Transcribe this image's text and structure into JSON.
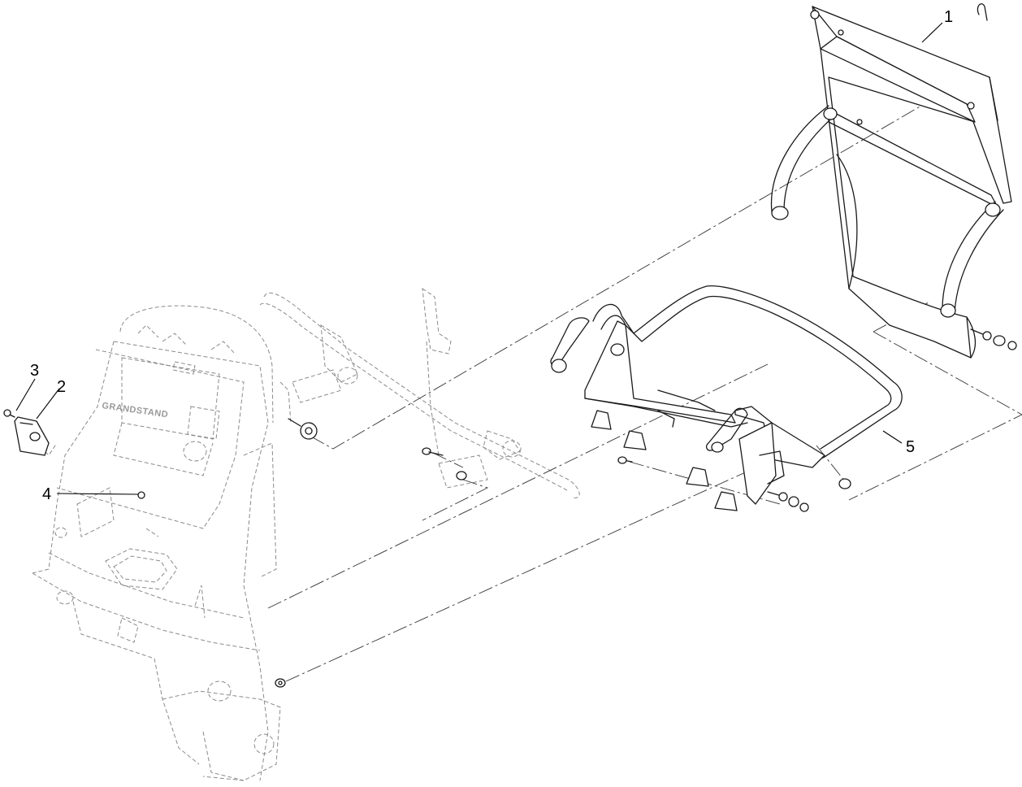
{
  "diagram": {
    "brand_text": "GRANDSTAND",
    "callouts": [
      {
        "id": "1",
        "label": "1"
      },
      {
        "id": "2",
        "label": "2"
      },
      {
        "id": "3",
        "label": "3"
      },
      {
        "id": "4",
        "label": "4"
      },
      {
        "id": "5",
        "label": "5"
      }
    ]
  }
}
